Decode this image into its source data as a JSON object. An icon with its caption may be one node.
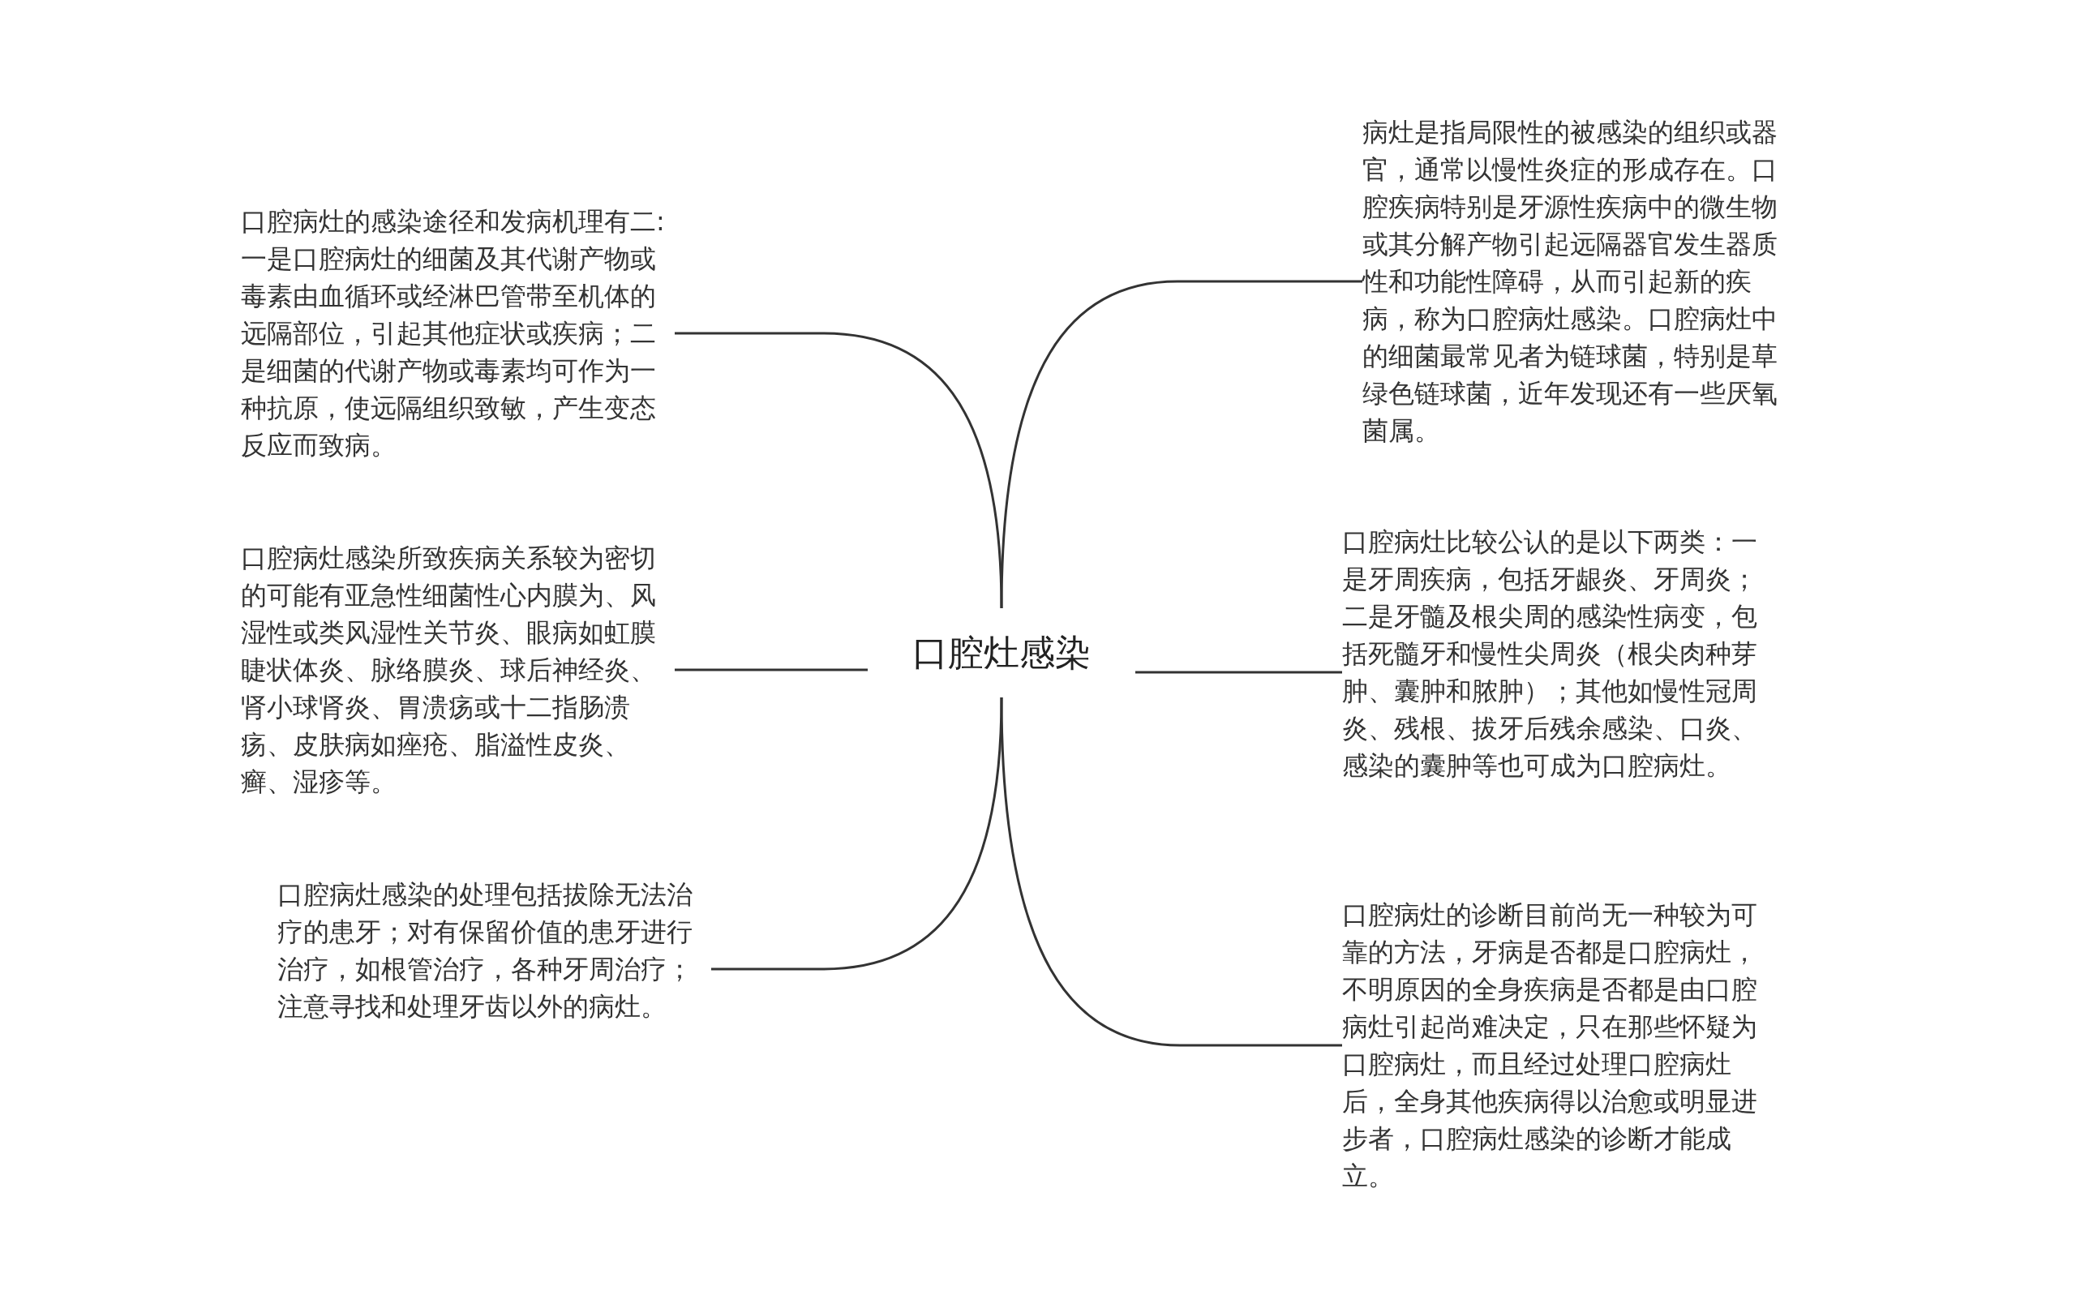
{
  "diagram": {
    "nodes": [
      {
        "text": [
          "口腔灶感染"
        ]
      },
      {
        "text": [
          "口腔病灶的感染途径和发病机理有二:一是口腔病灶的细菌及其代谢产物或毒素由血循环或经淋巴管带至机体的远隔部位，引起其他症状或疾病；二是细菌的代谢产物或毒素均可作为一种抗原，使远隔组织致敏，产生变态反应而致病。"
        ]
      },
      {
        "text": [
          "口腔病灶感染所致疾病关系较为密切的可能有亚急性细菌性心内膜为、风湿性或类风湿性关节炎、眼病如虹膜睫状体炎、脉络膜炎、球后神经炎、肾小球肾炎、胃溃疡或十二指肠溃疡、皮肤病如痤疮、脂溢性皮炎、癣、湿疹等。"
        ]
      },
      {
        "text": [
          "口腔病灶感染的处理包括拔除无法治疗的患牙；对有保留价值的患牙进行治疗，如根管治疗，各种牙周治疗；注意寻找和处理牙齿以外的病灶。"
        ]
      },
      {
        "text": [
          "病灶是指局限性的被感染的组织或器官，通常以慢性炎症的形成存在。口腔疾病特别是牙源性疾病中的微生物或其分解产物引起远隔器官发生器质性和功能性障碍，从而引起新的疾病，称为口腔病灶感染。口腔病灶中的细菌最常见者为链球菌，特别是草绿色链球菌，近年发现还有一些厌氧菌属。"
        ]
      },
      {
        "text": [
          "口腔病灶比较公认的是以下两类：一是牙周疾病，包括牙龈炎、牙周炎；二是牙髓及根尖周的感染性病变，包括死髓牙和慢性尖周炎（根尖肉种芽肿、囊肿和脓肿）；其他如慢性冠周炎、残根、拔牙后残余感染、口炎、感染的囊肿等也可成为口腔病灶。"
        ]
      },
      {
        "text": [
          "口腔病灶的诊断目前尚无一种较为可靠的方法，牙病是否都是口腔病灶，不明原因的全身疾病是否都是由口腔病灶引起尚难决定，只在那些怀疑为口腔病灶，而且经过处理口腔病灶后，全身其他疾病得以治愈或明显进步者，口腔病灶感染的诊断才能成立。"
        ]
      }
    ],
    "edges": [
      {
        "from": 0,
        "to": 1,
        "arrow": "none"
      },
      {
        "from": 0,
        "to": 2,
        "arrow": "none"
      },
      {
        "from": 0,
        "to": 3,
        "arrow": "none"
      },
      {
        "from": 0,
        "to": 4,
        "arrow": "none"
      },
      {
        "from": 0,
        "to": 5,
        "arrow": "none"
      },
      {
        "from": 0,
        "to": 6,
        "arrow": "none"
      }
    ]
  }
}
